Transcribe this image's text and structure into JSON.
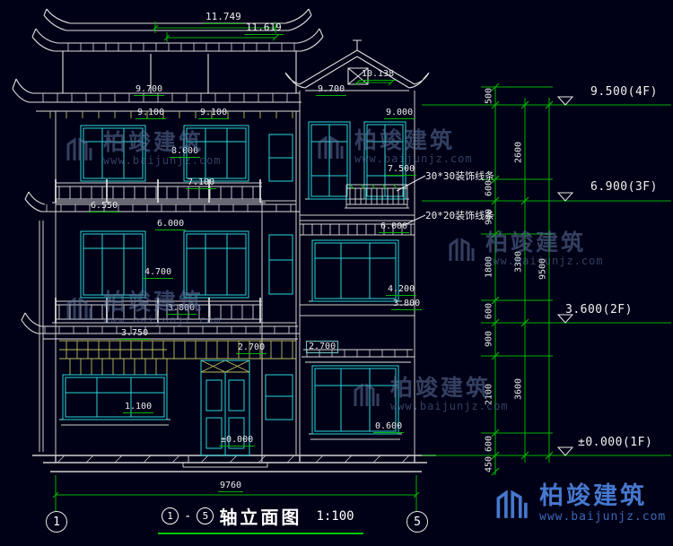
{
  "drawing": {
    "title": {
      "grid_start": "1",
      "separator": "-",
      "grid_end": "5",
      "name": "轴立面图",
      "scale": "1:100"
    },
    "grid_bubbles": {
      "left": "1",
      "right": "5"
    },
    "watermark": {
      "brand": "柏竣建筑",
      "url": "www.baijunjz.com"
    },
    "elevation_markers": {
      "f4": "9.500(4F)",
      "f3": "6.900(3F)",
      "f2": "3.600(2F)",
      "f1": "±0.000(1F)"
    },
    "callouts": {
      "trim30": "30*30装饰线条",
      "trim20": "20*20装饰线条"
    },
    "dims": {
      "ridge_top": "11.749",
      "ridge_eave": "11.619",
      "gable": "10.138",
      "d9700L": "9.700",
      "d9100a": "9.100",
      "d9100b": "9.100",
      "d9700R": "9.700",
      "d9000": "9.000",
      "d8000": "8.000",
      "d7500": "7.500",
      "d7100": "7.100",
      "d6550": "6.550",
      "d6000L": "6.000",
      "d6000R": "6.000",
      "d4700": "4.700",
      "d4200": "4.200",
      "d3800L": "3.800",
      "d3800R": "3.800",
      "d3750": "3.750",
      "d2700L": "2.700",
      "d2700R": "2.700",
      "d1100": "1.100",
      "d0600": "0.600",
      "dzero": "±0.000",
      "total_width": "9760"
    },
    "chains": {
      "inner": [
        "500",
        "600",
        "900",
        "1800",
        "600",
        "900",
        "2100",
        "600",
        "450"
      ],
      "story": [
        "2600",
        "3300",
        "3600"
      ],
      "total": "9500"
    }
  }
}
